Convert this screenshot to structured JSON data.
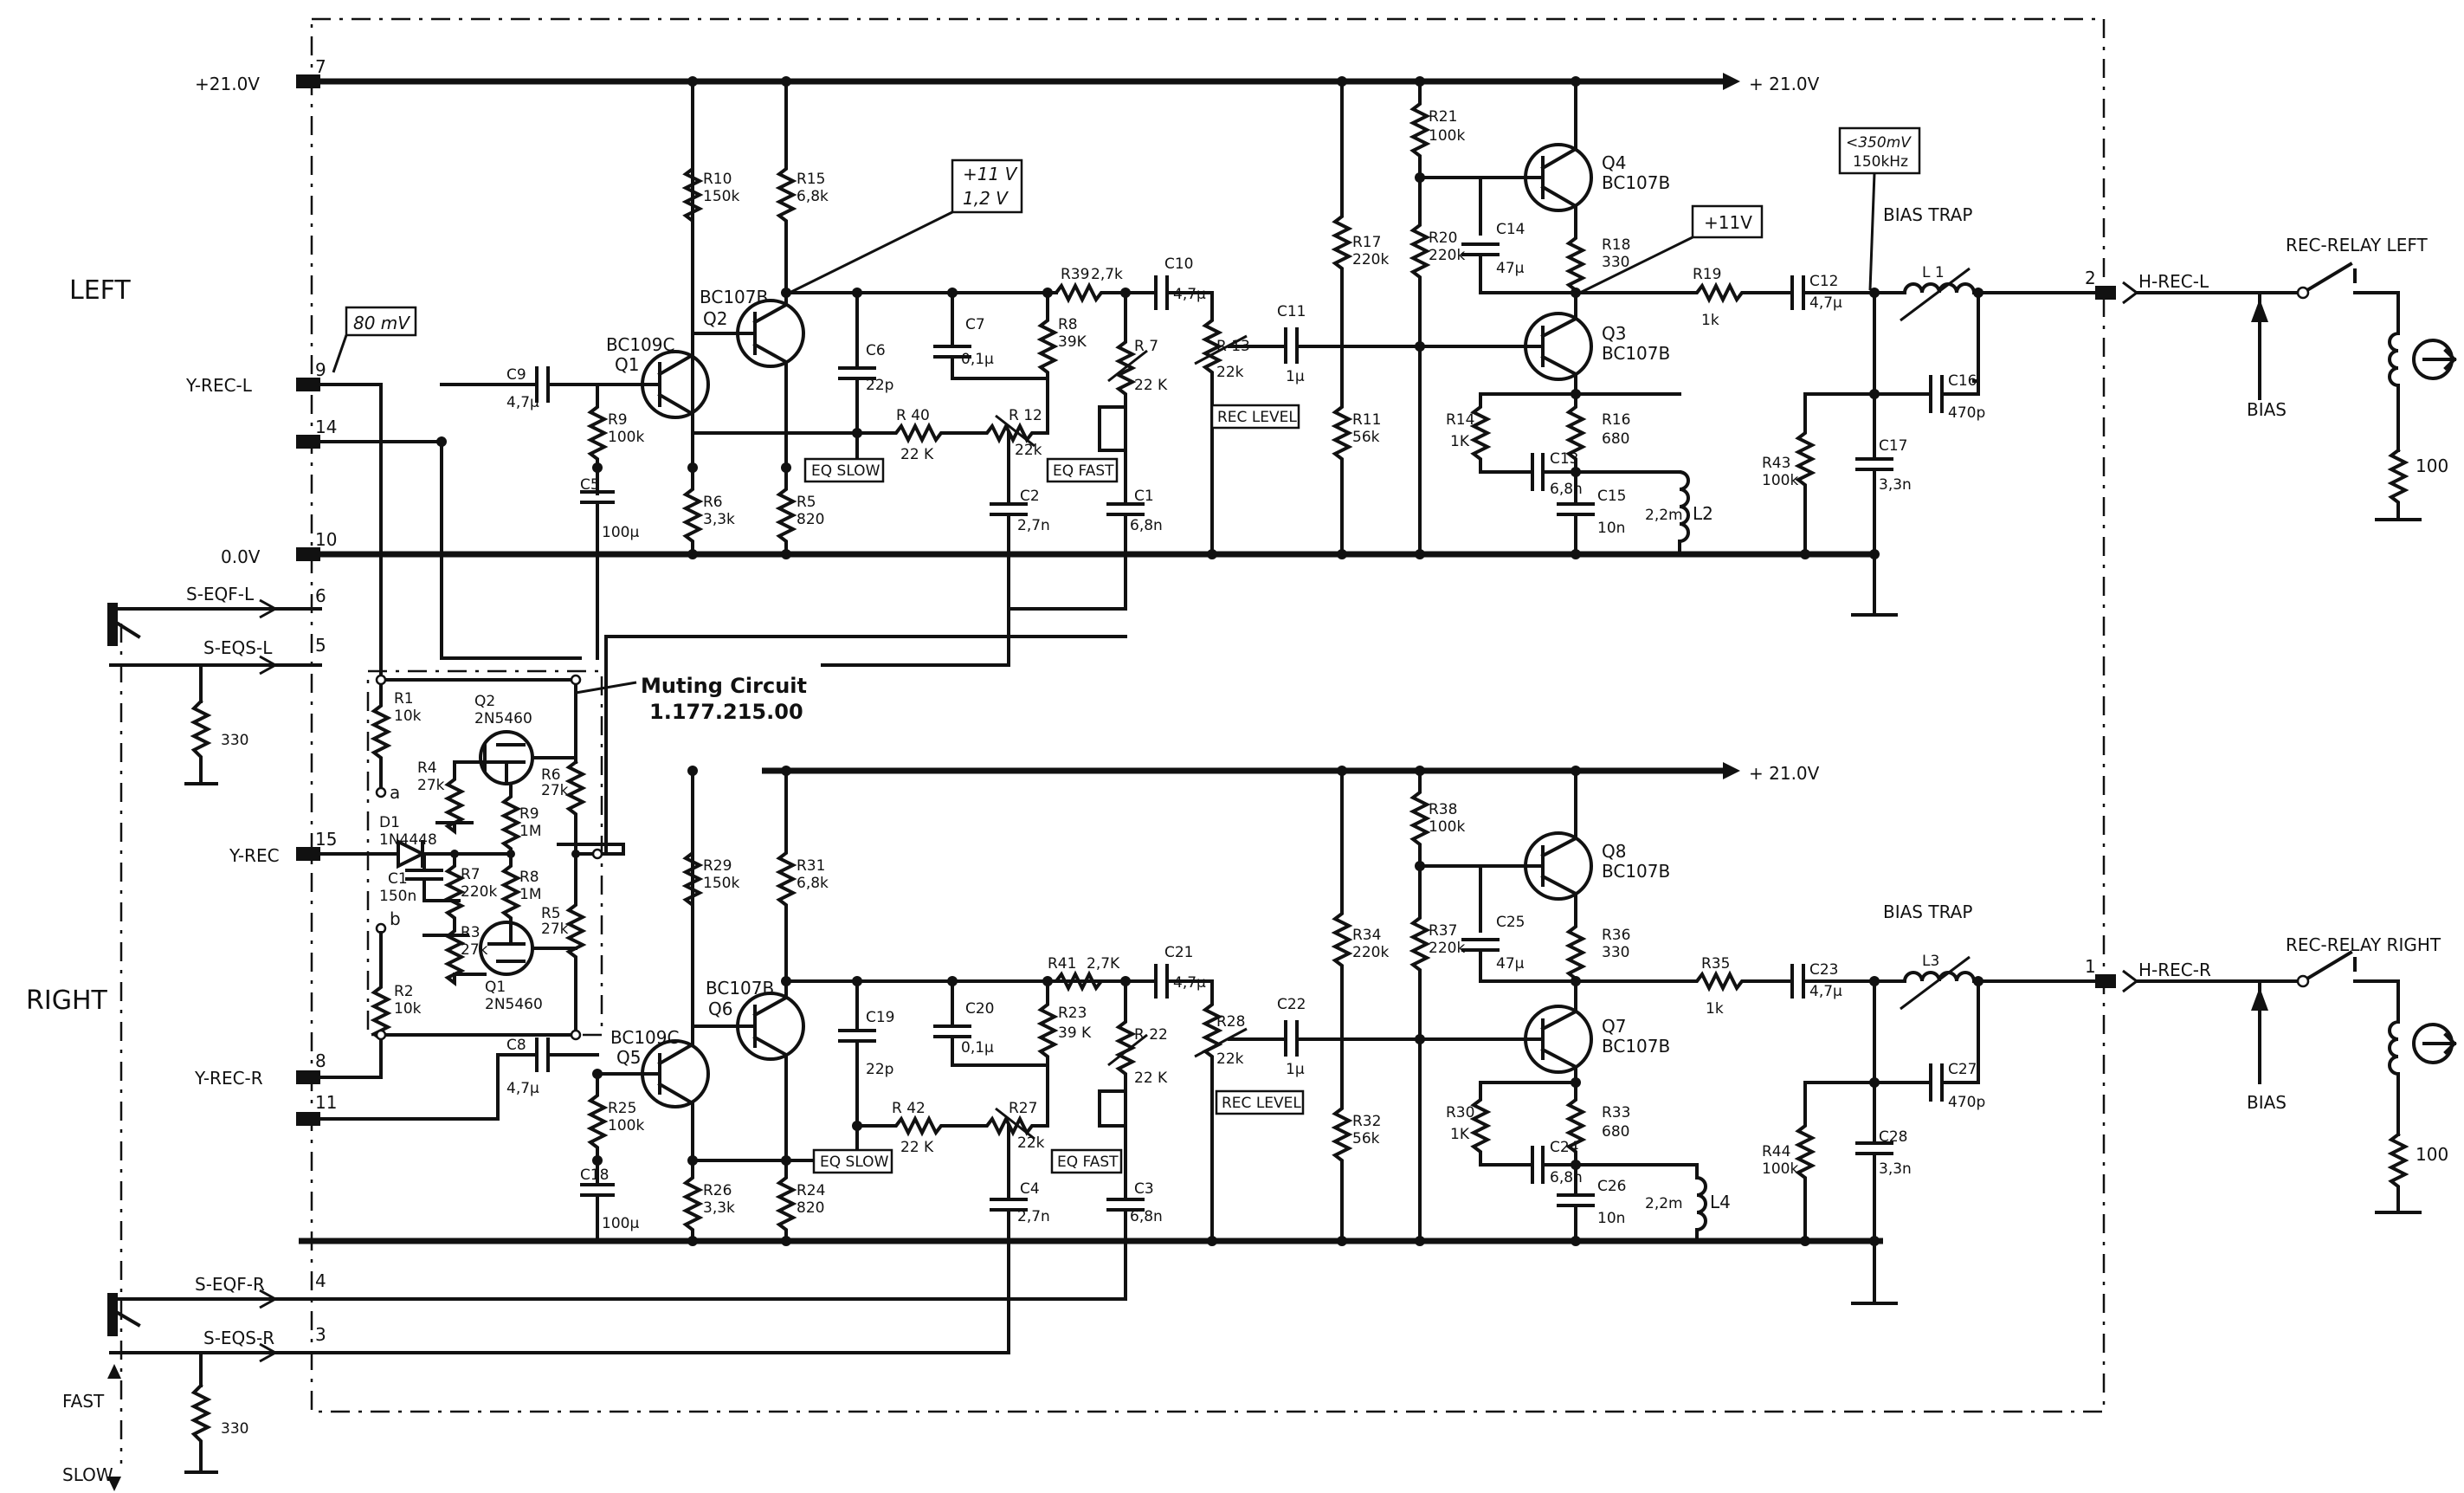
{
  "rails": {
    "v21": "+21.0V",
    "v21_right": "+ 21.0V",
    "v0": "0.0V"
  },
  "sections": {
    "left": "LEFT",
    "right": "RIGHT"
  },
  "pins": {
    "p7": "7",
    "p9": "9",
    "p14": "14",
    "p10": "10",
    "p6": "6",
    "p5": "5",
    "p15": "15",
    "p8": "8",
    "p11": "11",
    "p4": "4",
    "p3": "3",
    "p2": "2",
    "p1": "1"
  },
  "signals": {
    "y_rec_l": "Y-REC-L",
    "y_rec": "Y-REC",
    "y_rec_r": "Y-REC-R",
    "s_eqf_l": "S-EQF-L",
    "s_eqs_l": "S-EQS-L",
    "s_eqf_r": "S-EQF-R",
    "s_eqs_r": "S-EQS-R",
    "h_rec_l": "H-REC-L",
    "h_rec_r": "H-REC-R",
    "fast": "FAST",
    "slow": "SLOW"
  },
  "annotations": {
    "mv80": "80 mV",
    "v11a": "+11 V",
    "v12": "1,2 V",
    "v11b": "+11V",
    "mv350": "<350mV",
    "khz150": "150kHz",
    "bias_trap_l": "BIAS TRAP",
    "bias_trap_r": "BIAS TRAP",
    "rec_relay_left": "REC-RELAY LEFT",
    "rec_relay_right": "REC-RELAY RIGHT",
    "bias_l": "BIAS",
    "bias_r": "BIAS",
    "muting_title": "Muting Circuit",
    "muting_part": "1.177.215.00",
    "term_a": "a",
    "term_b": "b"
  },
  "tags": {
    "eq_slow_l": "EQ SLOW",
    "eq_fast_l": "EQ FAST",
    "rec_level_l": "REC LEVEL",
    "eq_slow_r": "EQ SLOW",
    "eq_fast_r": "EQ FAST",
    "rec_level_r": "REC LEVEL"
  },
  "components_left": {
    "q1": "Q1",
    "q1_t": "BC109C",
    "q2": "Q2",
    "q2_t": "BC107B",
    "q3": "Q3",
    "q3_t": "BC107B",
    "q4": "Q4",
    "q4_t": "BC107B",
    "r10": "R10",
    "r10_v": "150k",
    "r15": "R15",
    "r15_v": "6,8k",
    "r9": "R9",
    "r9_v": "100k",
    "r6": "R6",
    "r6_v": "3,3k",
    "r5": "R5",
    "r5_v": "820",
    "r39": "R39",
    "r39_v": "2,7k",
    "r8": "R8",
    "r8_v": "39K",
    "r40": "R 40",
    "r40_v": "22 K",
    "r12": "R 12",
    "r12_v": "22k",
    "r7": "R 7",
    "r7_v": "22 K",
    "r13": "R 13",
    "r13_v": "22k",
    "r17": "R17",
    "r17_v": "220k",
    "r11": "R11",
    "r11_v": "56k",
    "r21": "R21",
    "r21_v": "100k",
    "r20": "R20",
    "r20_v": "220k",
    "r18": "R18",
    "r18_v": "330",
    "r19": "R19",
    "r19_v": "1k",
    "r14": "R14",
    "r14_v": "1K",
    "r16": "R16",
    "r16_v": "680",
    "r43": "R43",
    "r43_v": "100k",
    "r_term": "100",
    "c9": "C9",
    "c9_v": "4,7µ",
    "c5": "C5",
    "c5_v": "100µ",
    "c6": "C6",
    "c6_v": "22p",
    "c7": "C7",
    "c7_v": "0,1µ",
    "c2": "C2",
    "c2_v": "2,7n",
    "c1": "C1",
    "c1_v": "6,8n",
    "c10": "C10",
    "c10_v": "4,7µ",
    "c11": "C11",
    "c11_v": "1µ",
    "c14": "C14",
    "c14_v": "47µ",
    "c13": "C13",
    "c13_v": "6,8n",
    "c15": "C15",
    "c15_v": "10n",
    "c12": "C12",
    "c12_v": "4,7µ",
    "c16": "C16",
    "c16_v": "470p",
    "c17": "C17",
    "c17_v": "3,3n",
    "l1": "L 1",
    "l2": "L2",
    "l2_v": "2,2m",
    "r330": "330"
  },
  "components_right": {
    "q5": "Q5",
    "q5_t": "BC109C",
    "q6": "Q6",
    "q6_t": "BC107B",
    "q7": "Q7",
    "q7_t": "BC107B",
    "q8": "Q8",
    "q8_t": "BC107B",
    "r29": "R29",
    "r29_v": "150k",
    "r31": "R31",
    "r31_v": "6,8k",
    "r25": "R25",
    "r25_v": "100k",
    "r26": "R26",
    "r26_v": "3,3k",
    "r24": "R24",
    "r24_v": "820",
    "r41": "R41",
    "r41_v": "2,7K",
    "r23": "R23",
    "r23_v": "39 K",
    "r42": "R 42",
    "r42_v": "22 K",
    "r27": "R27",
    "r27_v": "22k",
    "r22": "R 22",
    "r22_v": "22 K",
    "r28": "R28",
    "r28_v": "22k",
    "r34": "R34",
    "r34_v": "220k",
    "r32": "R32",
    "r32_v": "56k",
    "r38": "R38",
    "r38_v": "100k",
    "r37": "R37",
    "r37_v": "220k",
    "r36": "R36",
    "r36_v": "330",
    "r35": "R35",
    "r35_v": "1k",
    "r30": "R30",
    "r30_v": "1K",
    "r33": "R33",
    "r33_v": "680",
    "r44": "R44",
    "r44_v": "100k",
    "r_term": "100",
    "c8": "C8",
    "c8_v": "4,7µ",
    "c18": "C18",
    "c18_v": "100µ",
    "c19": "C19",
    "c19_v": "22p",
    "c20": "C20",
    "c20_v": "0,1µ",
    "c4": "C4",
    "c4_v": "2,7n",
    "c3": "C3",
    "c3_v": "6,8n",
    "c21": "C21",
    "c21_v": "4,7µ",
    "c22": "C22",
    "c22_v": "1µ",
    "c25": "C25",
    "c25_v": "47µ",
    "c24": "C24",
    "c24_v": "6,8n",
    "c26": "C26",
    "c26_v": "10n",
    "c23": "C23",
    "c23_v": "4,7µ",
    "c27": "C27",
    "c27_v": "470p",
    "c28": "C28",
    "c28_v": "3,3n",
    "l3": "L3",
    "l4": "L4",
    "l4_v": "2,2m",
    "r330": "330"
  },
  "components_muting": {
    "r1": "R1",
    "r1_v": "10k",
    "r2": "R2",
    "r2_v": "10k",
    "r4": "R4",
    "r4_v": "27k",
    "r6": "R6",
    "r6_v": "27k",
    "r9": "R9",
    "r9_v": "1M",
    "r8": "R8",
    "r8_v": "1M",
    "r7": "R7",
    "r7_v": "220k",
    "r3": "R3",
    "r3_v": "27k",
    "r5": "R5",
    "r5_v": "27k",
    "q2": "Q2",
    "q2_t": "2N5460",
    "q1": "Q1",
    "q1_t": "2N5460",
    "d1": "D1",
    "d1_t": "1N4448",
    "c1": "C1",
    "c1_v": "150n"
  }
}
